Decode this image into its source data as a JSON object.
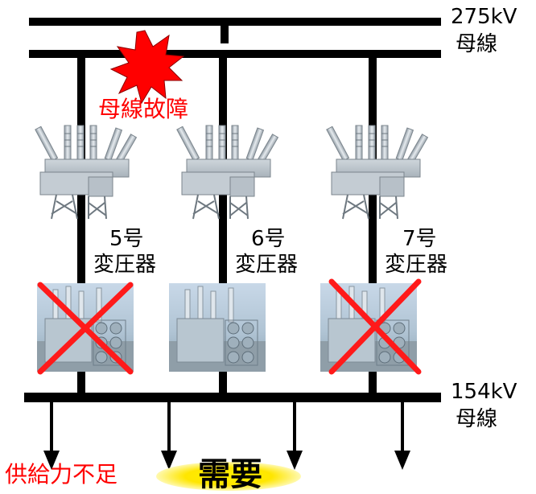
{
  "bus_high": {
    "voltage": "275kV",
    "name": "母線"
  },
  "bus_low": {
    "voltage": "154kV",
    "name": "母線"
  },
  "fault": {
    "label": "母線故障"
  },
  "transformers": [
    {
      "number": "5号",
      "name": "変圧器",
      "failed": true
    },
    {
      "number": "6号",
      "name": "変圧器",
      "failed": false
    },
    {
      "number": "7号",
      "name": "変圧器",
      "failed": true
    }
  ],
  "shortage": {
    "label": "供給力不足"
  },
  "demand": {
    "label": "需要"
  },
  "colors": {
    "line": "#000000",
    "fault": "#ff0000",
    "demand": "#ffe600"
  }
}
